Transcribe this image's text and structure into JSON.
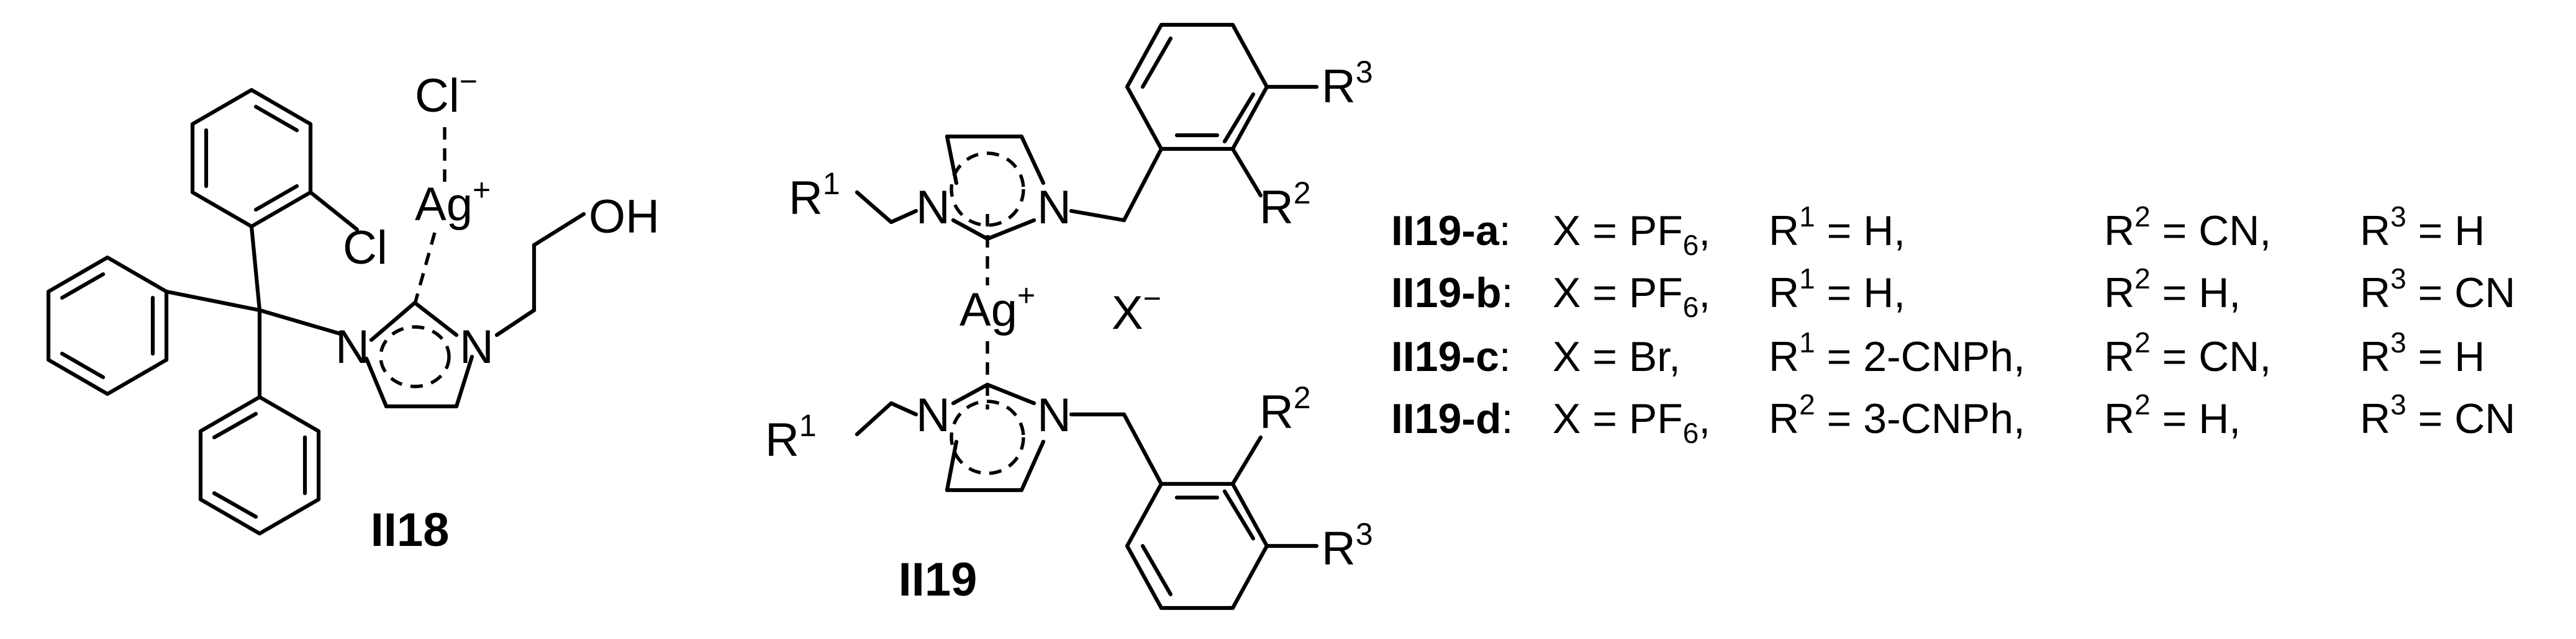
{
  "structure_II18": {
    "label": "II18",
    "atoms": {
      "chloride": "Cl",
      "chloride_charge": "−",
      "silver": "Ag",
      "silver_charge": "+",
      "aryl_chloro": "Cl",
      "hydroxyl": "OH",
      "nitrogen_left": "N",
      "nitrogen_right": "N"
    }
  },
  "structure_II19": {
    "label": "II19",
    "atoms": {
      "silver": "Ag",
      "silver_charge": "+",
      "counterion": "X",
      "counterion_charge": "−",
      "nitrogen": "N",
      "r_group": "R",
      "r1_index": "1",
      "r2_index": "2",
      "r3_index": "3"
    }
  },
  "legend": [
    {
      "id": "II19-a",
      "compound": "II19-a",
      "x_text": "X = PF",
      "x_sub": "6",
      "r1_text": "R",
      "r1_sup": "1",
      "r1_value": " = H,",
      "r2_text": "R",
      "r2_sup": "2",
      "r2_value": " = CN,",
      "r3_text": "R",
      "r3_sup": "3",
      "r3_value": " = H"
    },
    {
      "id": "II19-b",
      "compound": "II19-b",
      "x_text": "X = PF",
      "x_sub": "6",
      "r1_text": "R",
      "r1_sup": "1",
      "r1_value": " = H,",
      "r2_text": "R",
      "r2_sup": "2",
      "r2_value": " = H,",
      "r3_text": "R",
      "r3_sup": "3",
      "r3_value": " = CN"
    },
    {
      "id": "II19-c",
      "compound": "II19-c",
      "x_text": "X = Br,",
      "x_sub": "",
      "r1_text": "R",
      "r1_sup": "1",
      "r1_value": " = 2-CNPh,",
      "r2_text": "R",
      "r2_sup": "2",
      "r2_value": " = CN,",
      "r3_text": "R",
      "r3_sup": "3",
      "r3_value": " = H"
    },
    {
      "id": "II19-d",
      "compound": "II19-d",
      "x_text": "X = PF",
      "x_sub": "6",
      "r1_text": "R",
      "r1_sup": "2",
      "r1_value": " = 3-CNPh,",
      "r2_text": "R",
      "r2_sup": "2",
      "r2_value": " = H,",
      "r3_text": "R",
      "r3_sup": "3",
      "r3_value": " = CN"
    }
  ]
}
